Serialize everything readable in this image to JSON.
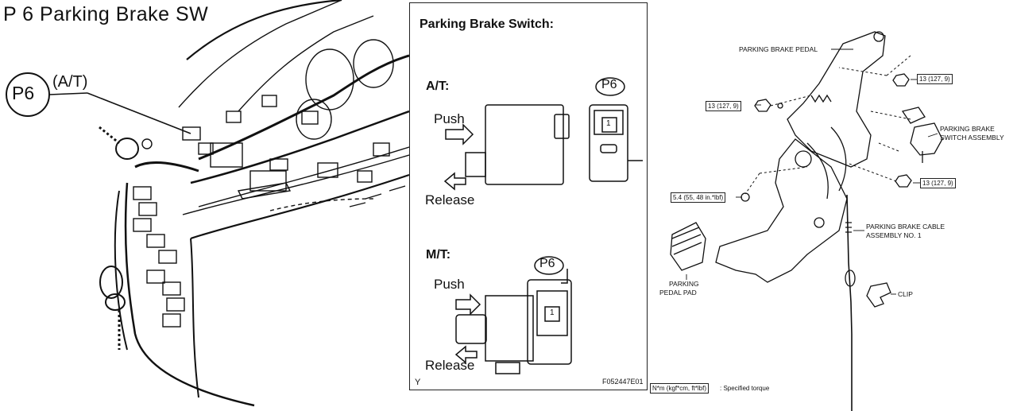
{
  "left": {
    "title": "P  6  Parking Brake SW",
    "connector_id": "P6",
    "connector_variant": "(A/T)"
  },
  "middle": {
    "title": "Parking Brake Switch:",
    "at": {
      "heading": "A/T:",
      "push": "Push",
      "release": "Release",
      "connector": "P6",
      "pin": "1"
    },
    "mt": {
      "heading": "M/T:",
      "push": "Push",
      "release": "Release",
      "connector": "P6",
      "pin": "1"
    },
    "corner_mark": "Y",
    "figure_code": "F052447E01"
  },
  "right": {
    "parking_brake_pedal": "PARKING BRAKE PEDAL",
    "torque_top_right": "13 (127, 9)",
    "torque_left": "13 (127, 9)",
    "switch_assembly": [
      "PARKING BRAKE",
      "SWITCH ASSEMBLY"
    ],
    "torque_mid_right": "13 (127, 9)",
    "torque_small": "5.4 (55, 48 in.*lbf)",
    "cable_assembly": [
      "PARKING BRAKE CABLE",
      "ASSEMBLY NO. 1"
    ],
    "pedal_pad": [
      "PARKING",
      "PEDAL PAD"
    ],
    "clip": "CLIP",
    "legend_box": "N*m (kgf*cm, ft*lbf)",
    "legend_text": ": Specified torque"
  }
}
